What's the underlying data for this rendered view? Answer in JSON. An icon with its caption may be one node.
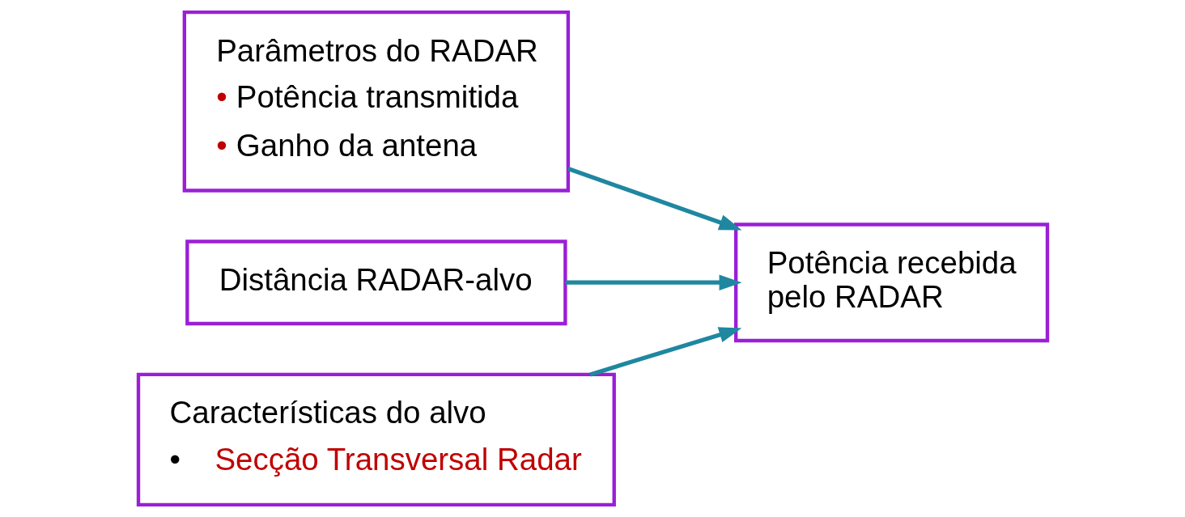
{
  "diagram": {
    "nodes": [
      {
        "text": [
          "Parâmetros do RADAR",
          "• Potência transmitida",
          "• Ganho da antena"
        ]
      },
      {
        "text": [
          "Distância RADAR-alvo"
        ]
      },
      {
        "text": [
          "Características do alvo",
          "•    Secção Transversal Radar"
        ]
      },
      {
        "text": [
          "Potência recebida pelo RADAR"
        ]
      }
    ],
    "edges": [
      {
        "from": 0,
        "to": 3,
        "arrow": "to"
      },
      {
        "from": 1,
        "to": 3,
        "arrow": "to"
      },
      {
        "from": 2,
        "to": 3,
        "arrow": "to"
      }
    ]
  }
}
